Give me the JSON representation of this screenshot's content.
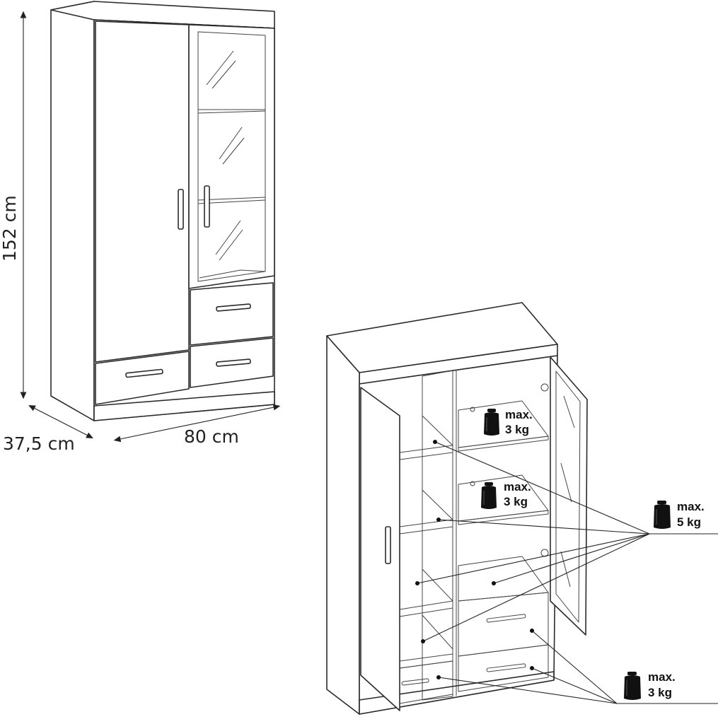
{
  "dimensions": {
    "height": "152 cm",
    "depth": "37,5 cm",
    "width": "80 cm"
  },
  "load_labels": {
    "shelf_upper_max": "max.",
    "shelf_upper_value": "3 kg",
    "shelf_lower_max": "max.",
    "shelf_lower_value": "3 kg",
    "side_max": "max.",
    "side_value": "5 kg",
    "drawer_max": "max.",
    "drawer_value": "3 kg"
  },
  "icons": [
    "weight-icon"
  ]
}
